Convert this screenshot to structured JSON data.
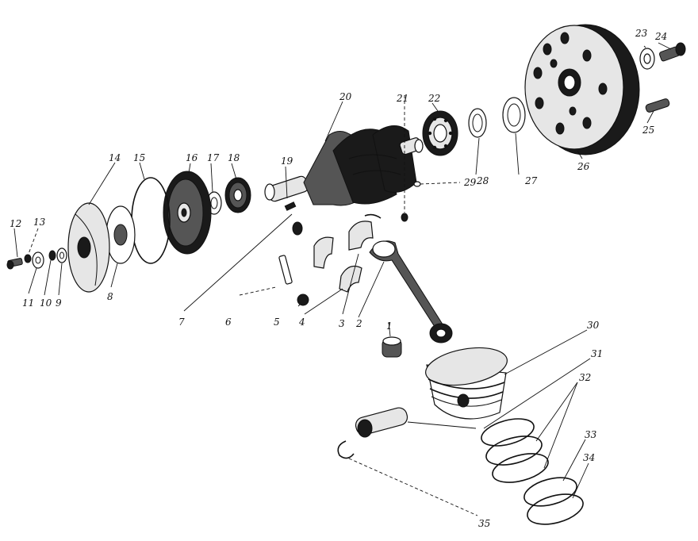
{
  "labels": {
    "l1": "1",
    "l2": "2",
    "l3": "3",
    "l4": "4",
    "l5": "5",
    "l6": "6",
    "l7": "7",
    "l8": "8",
    "l9": "9",
    "l10": "10",
    "l11": "11",
    "l12": "12",
    "l13": "13",
    "l14": "14",
    "l15": "15",
    "l16": "16",
    "l17": "17",
    "l18": "18",
    "l19": "19",
    "l20": "20",
    "l21": "21",
    "l22": "22",
    "l23": "23",
    "l24": "24",
    "l25": "25",
    "l26": "26",
    "l27": "27",
    "l28": "28",
    "l29": "29",
    "l30": "30",
    "l31": "31",
    "l32": "32",
    "l33": "33",
    "l34": "34",
    "l35": "35"
  }
}
